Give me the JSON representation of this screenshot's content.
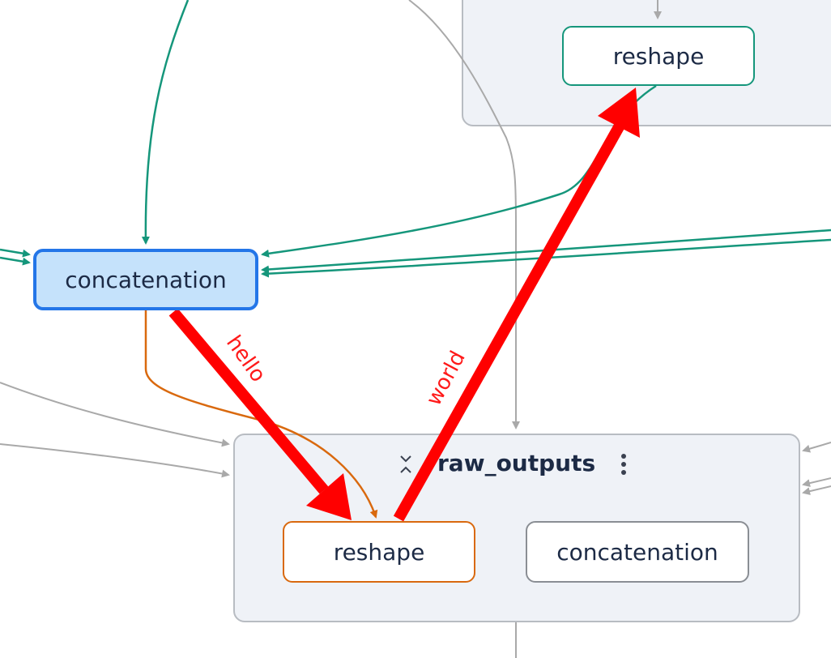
{
  "colors": {
    "green_edge": "#15967b",
    "gray_edge": "#a9a9a9",
    "orange_edge": "#d9690e",
    "red_arrow": "#ff0000",
    "selected_fill": "#c5e2fb",
    "selected_border": "#2476e8",
    "group_fill": "#eff2f7",
    "group_border": "#b8bcc2"
  },
  "nodes": {
    "top_reshape": "reshape",
    "concatenation_selected": "concatenation",
    "inner_reshape": "reshape",
    "inner_concatenation": "concatenation"
  },
  "group": {
    "title": "raw_outputs",
    "expand_icon": "unfold-less-icon",
    "menu_icon": "more-vertical-icon"
  },
  "edge_labels": {
    "hello": "hello",
    "world": "world"
  }
}
